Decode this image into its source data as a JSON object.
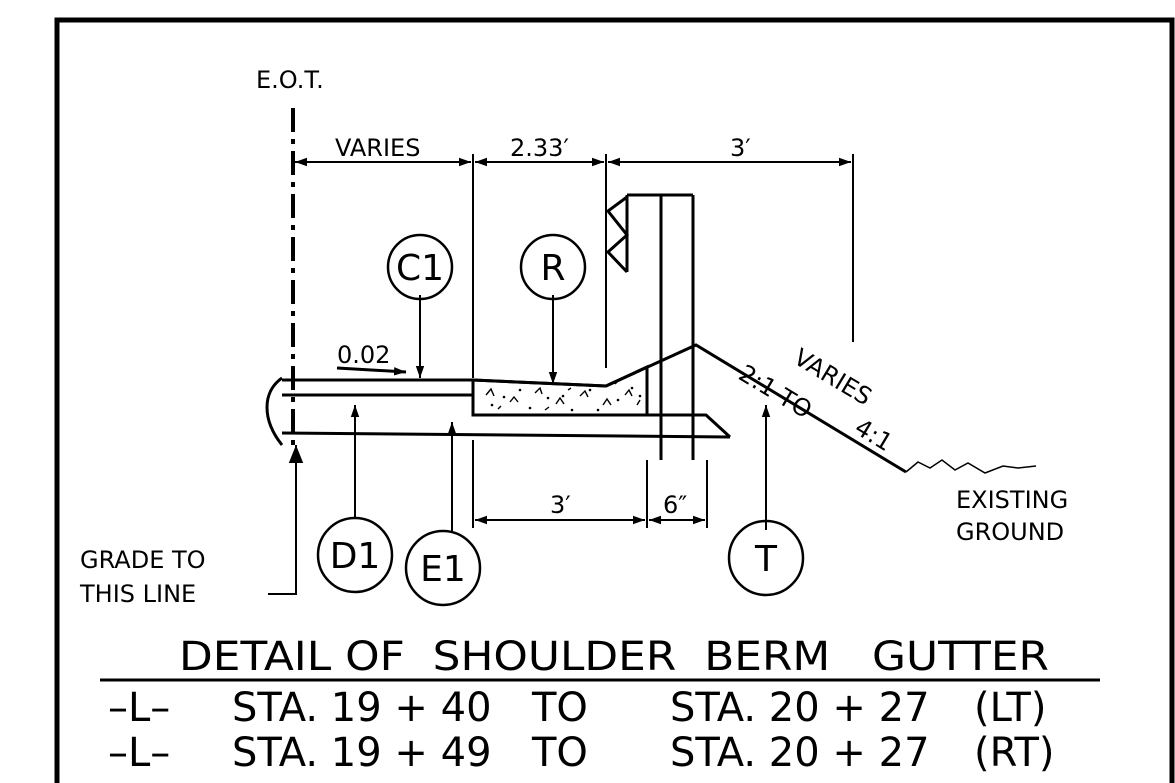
{
  "labels": {
    "eot": "E.O.T.",
    "varies_dim": "VARIES",
    "dim_233": "2.33′",
    "dim_3_top": "3′",
    "dim_3_bottom": "3′",
    "dim_6in": "6″",
    "slope": "0.02",
    "grade_line_1": "GRADE TO",
    "grade_line_2": "THIS LINE",
    "existing_1": "EXISTING",
    "existing_2": "GROUND",
    "side_slope_1": "VARIES",
    "side_slope_2": "2:1  TO",
    "side_slope_3": "4:1"
  },
  "callouts": {
    "c1": "C1",
    "r": "R",
    "d1": "D1",
    "e1": "E1",
    "t": "T"
  },
  "title": "DETAIL OF  SHOULDER  BERM   GUTTER",
  "stations": [
    {
      "line": "–L–",
      "from": "STA. 19 + 40",
      "to_word": "TO",
      "to": "STA. 20 + 27",
      "side": "(LT)"
    },
    {
      "line": "–L–",
      "from": "STA. 19 + 49",
      "to_word": "TO",
      "to": "STA. 20 + 27",
      "side": "(RT)"
    }
  ]
}
